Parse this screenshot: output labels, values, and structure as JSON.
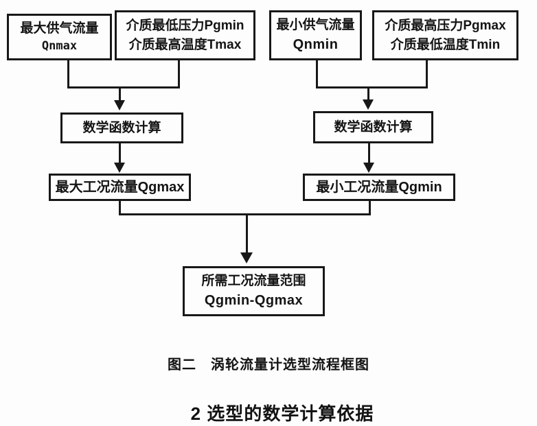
{
  "flowchart": {
    "boxes": {
      "qnmax": {
        "line1": "最大供气流量",
        "line2": "Qnmax"
      },
      "pgmin_tmax": {
        "line1": "介质最低压力Pgmin",
        "line2": "介质最高温度Tmax"
      },
      "qnmin": {
        "line1": "最小供气流量",
        "line2": "Qnmin"
      },
      "pgmax_tmin": {
        "line1": "介质最高压力Pgmax",
        "line2": "介质最低温度Tmin"
      },
      "math_left": {
        "label": "数学函数计算"
      },
      "math_right": {
        "label": "数学函数计算"
      },
      "qgmax": {
        "label": "最大工况流量Qgmax"
      },
      "qgmin": {
        "label": "最小工况流量Qgmin"
      },
      "result": {
        "line1": "所需工况流量范围",
        "line2": "Qgmin-Qgmax"
      }
    },
    "caption": "图二　涡轮流量计选型流程框图"
  },
  "section": {
    "heading": "2 选型的数学计算依据"
  },
  "colors": {
    "ink": "#181818",
    "paper": "#fdfdfd"
  }
}
